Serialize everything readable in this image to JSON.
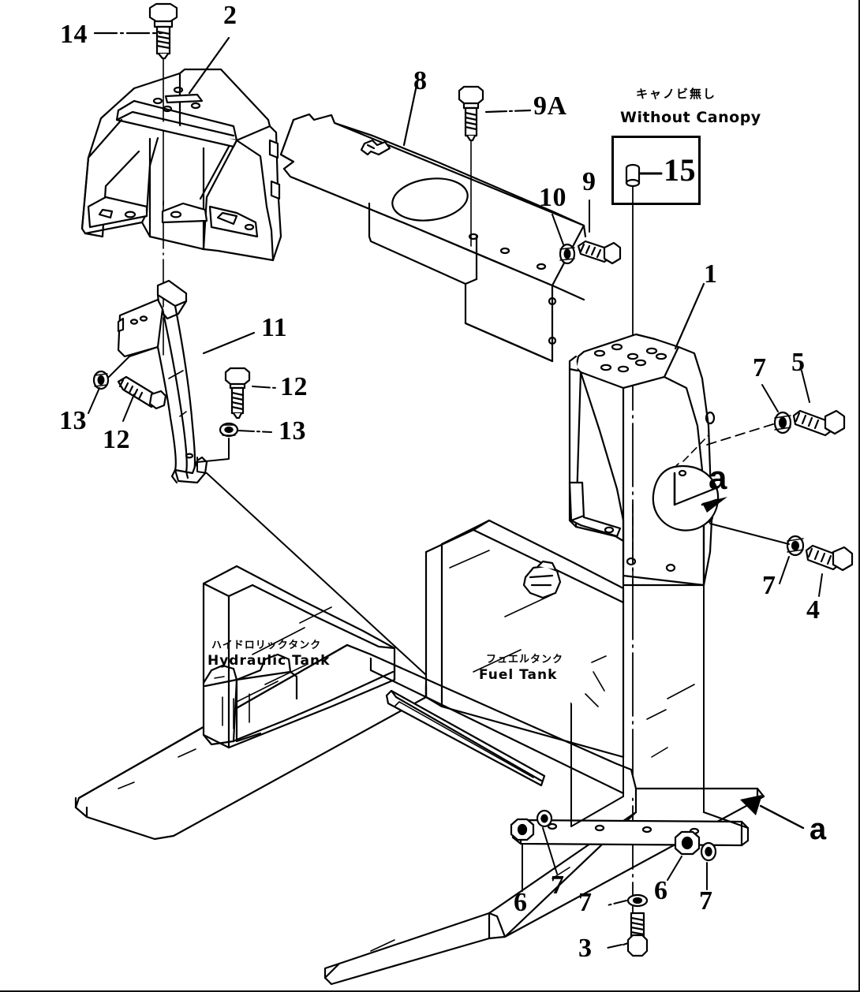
{
  "diagram": {
    "type": "parts-exploded-view",
    "background_color": "#ffffff",
    "line_color": "#000000",
    "annotation": {
      "canopy_note_jp": "キャノビ無し",
      "canopy_note_en": "Without Canopy",
      "canopy_box_item": "15"
    },
    "component_labels": [
      {
        "id": "hydraulic-tank",
        "jp": "ハイドロリックタンク",
        "en": "Hydraulic  Tank"
      },
      {
        "id": "fuel-tank",
        "jp": "フュエルタンク",
        "en": "Fuel  Tank"
      }
    ],
    "section_marks": [
      {
        "id": "a-on-housing",
        "text": "a"
      },
      {
        "id": "a-on-frame",
        "text": "a"
      }
    ],
    "item_numbers": [
      {
        "key": "n14",
        "text": "14"
      },
      {
        "key": "n2",
        "text": "2"
      },
      {
        "key": "n8",
        "text": "8"
      },
      {
        "key": "n9a",
        "text": "9A"
      },
      {
        "key": "n10",
        "text": "10"
      },
      {
        "key": "n9",
        "text": "9"
      },
      {
        "key": "n15",
        "text": "15"
      },
      {
        "key": "n1",
        "text": "1"
      },
      {
        "key": "n5",
        "text": "5"
      },
      {
        "key": "n7a",
        "text": "7"
      },
      {
        "key": "n11",
        "text": "11"
      },
      {
        "key": "n12a",
        "text": "12"
      },
      {
        "key": "n13a",
        "text": "13"
      },
      {
        "key": "n13b",
        "text": "13"
      },
      {
        "key": "n12b",
        "text": "12"
      },
      {
        "key": "n7b",
        "text": "7"
      },
      {
        "key": "n4",
        "text": "4"
      },
      {
        "key": "n6a",
        "text": "6"
      },
      {
        "key": "n7c",
        "text": "7"
      },
      {
        "key": "n6b",
        "text": "6"
      },
      {
        "key": "n7d",
        "text": "7"
      },
      {
        "key": "n7e",
        "text": "7"
      },
      {
        "key": "n3",
        "text": "3"
      }
    ]
  }
}
